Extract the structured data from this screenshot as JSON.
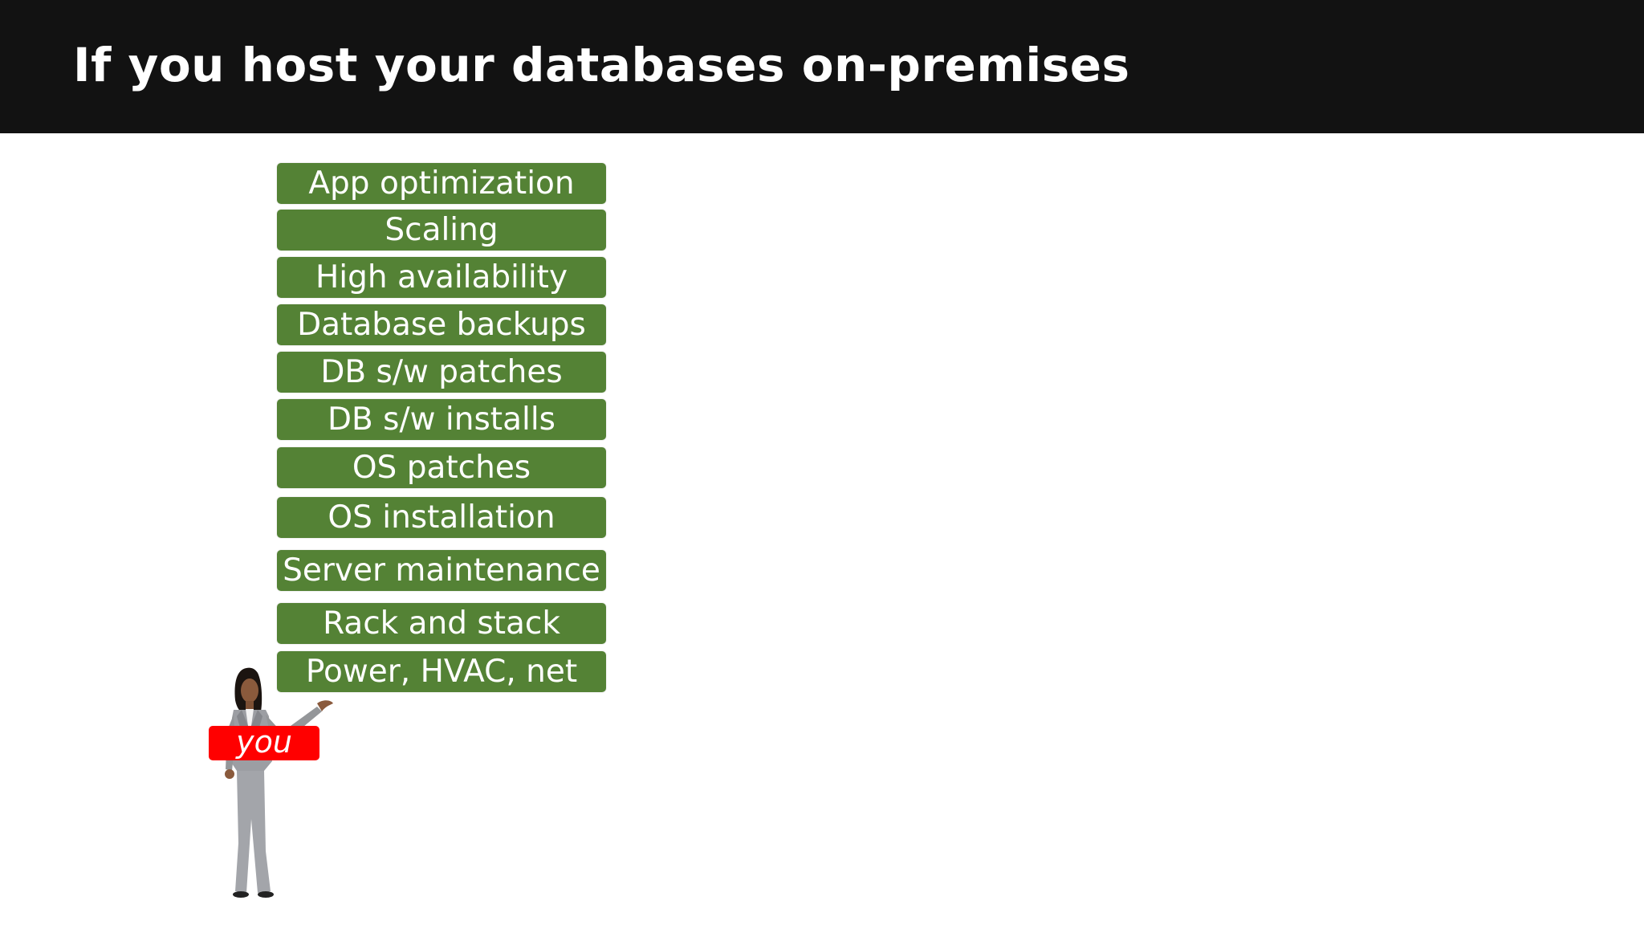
{
  "slide": {
    "title": "If you host your databases on-premises",
    "stack_items": [
      "App optimization",
      "Scaling",
      "High availability",
      "Database backups",
      "DB s/w patches",
      "DB s/w installs",
      "OS patches",
      "OS installation",
      "Server maintenance",
      "Rack and stack",
      "Power, HVAC, net"
    ],
    "you_label": "you"
  },
  "colors": {
    "title_bar": "#121212",
    "stack_green": "#548235",
    "you_red": "#ff0000"
  }
}
